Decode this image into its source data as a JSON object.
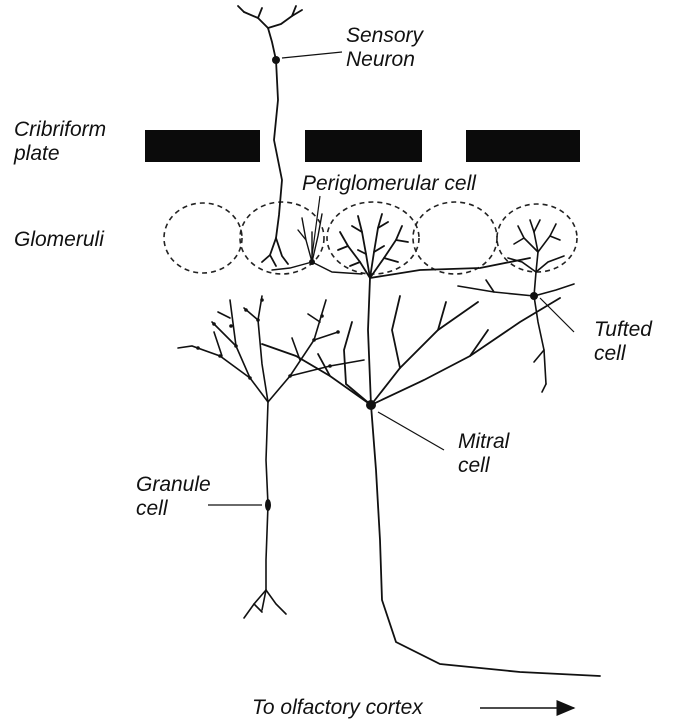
{
  "labels": {
    "sensory_neuron": [
      "Sensory",
      "Neuron"
    ],
    "cribriform_plate": [
      "Cribriform",
      "plate"
    ],
    "periglomerular_cell": "Periglomerular cell",
    "glomeruli": "Glomeruli",
    "tufted_cell": [
      "Tufted",
      "cell"
    ],
    "mitral_cell": [
      "Mitral",
      "cell"
    ],
    "granule_cell": [
      "Granule",
      "cell"
    ],
    "olfactory_cortex": "To olfactory cortex"
  },
  "colors": {
    "ink": "#111111",
    "plate": "#0b0b0b",
    "background": "#ffffff"
  }
}
